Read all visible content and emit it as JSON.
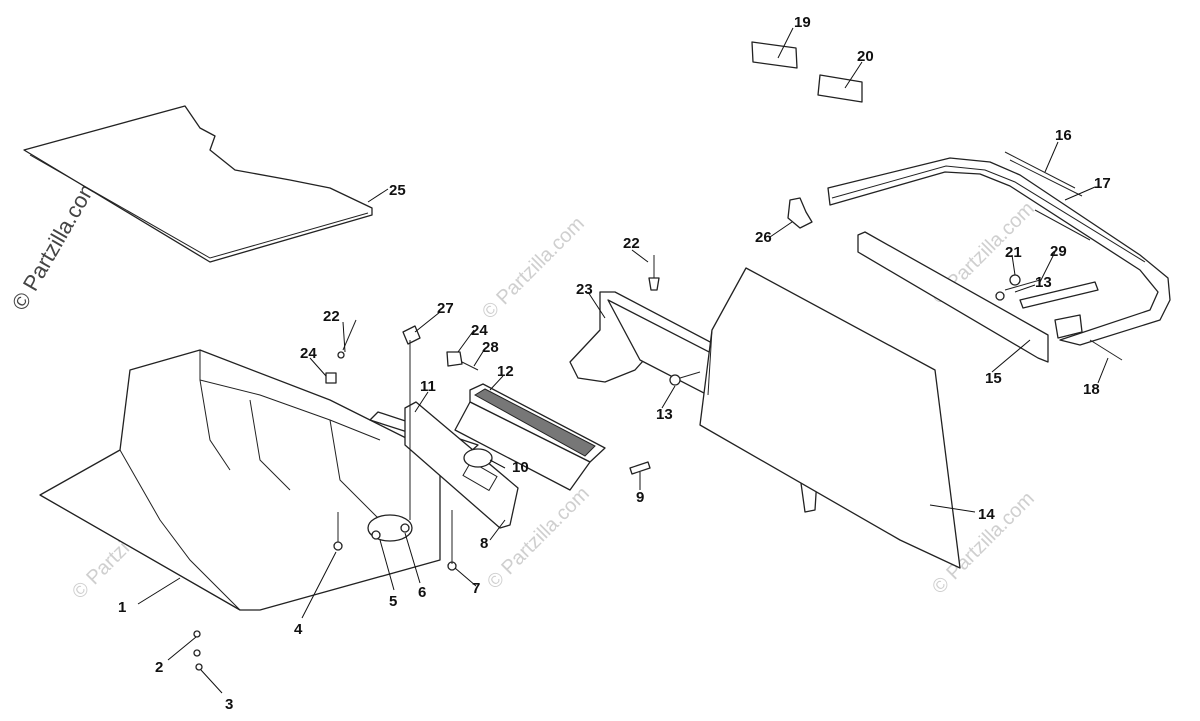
{
  "watermark": {
    "main": "© Partzilla.com",
    "repeat": "© Partzilla.com"
  },
  "callouts": [
    {
      "id": "c1",
      "label": "1"
    },
    {
      "id": "c2",
      "label": "2"
    },
    {
      "id": "c3",
      "label": "3"
    },
    {
      "id": "c4",
      "label": "4"
    },
    {
      "id": "c5",
      "label": "5"
    },
    {
      "id": "c6",
      "label": "6"
    },
    {
      "id": "c7",
      "label": "7"
    },
    {
      "id": "c8",
      "label": "8"
    },
    {
      "id": "c9",
      "label": "9"
    },
    {
      "id": "c10",
      "label": "10"
    },
    {
      "id": "c11",
      "label": "11"
    },
    {
      "id": "c12",
      "label": "12"
    },
    {
      "id": "c13a",
      "label": "13"
    },
    {
      "id": "c13b",
      "label": "13"
    },
    {
      "id": "c14",
      "label": "14"
    },
    {
      "id": "c15",
      "label": "15"
    },
    {
      "id": "c16",
      "label": "16"
    },
    {
      "id": "c17",
      "label": "17"
    },
    {
      "id": "c18",
      "label": "18"
    },
    {
      "id": "c19",
      "label": "19"
    },
    {
      "id": "c20",
      "label": "20"
    },
    {
      "id": "c21",
      "label": "21"
    },
    {
      "id": "c22a",
      "label": "22"
    },
    {
      "id": "c22b",
      "label": "22"
    },
    {
      "id": "c23",
      "label": "23"
    },
    {
      "id": "c24a",
      "label": "24"
    },
    {
      "id": "c24b",
      "label": "24"
    },
    {
      "id": "c25",
      "label": "25"
    },
    {
      "id": "c26",
      "label": "26"
    },
    {
      "id": "c27",
      "label": "27"
    },
    {
      "id": "c28",
      "label": "28"
    },
    {
      "id": "c29",
      "label": "29"
    }
  ]
}
